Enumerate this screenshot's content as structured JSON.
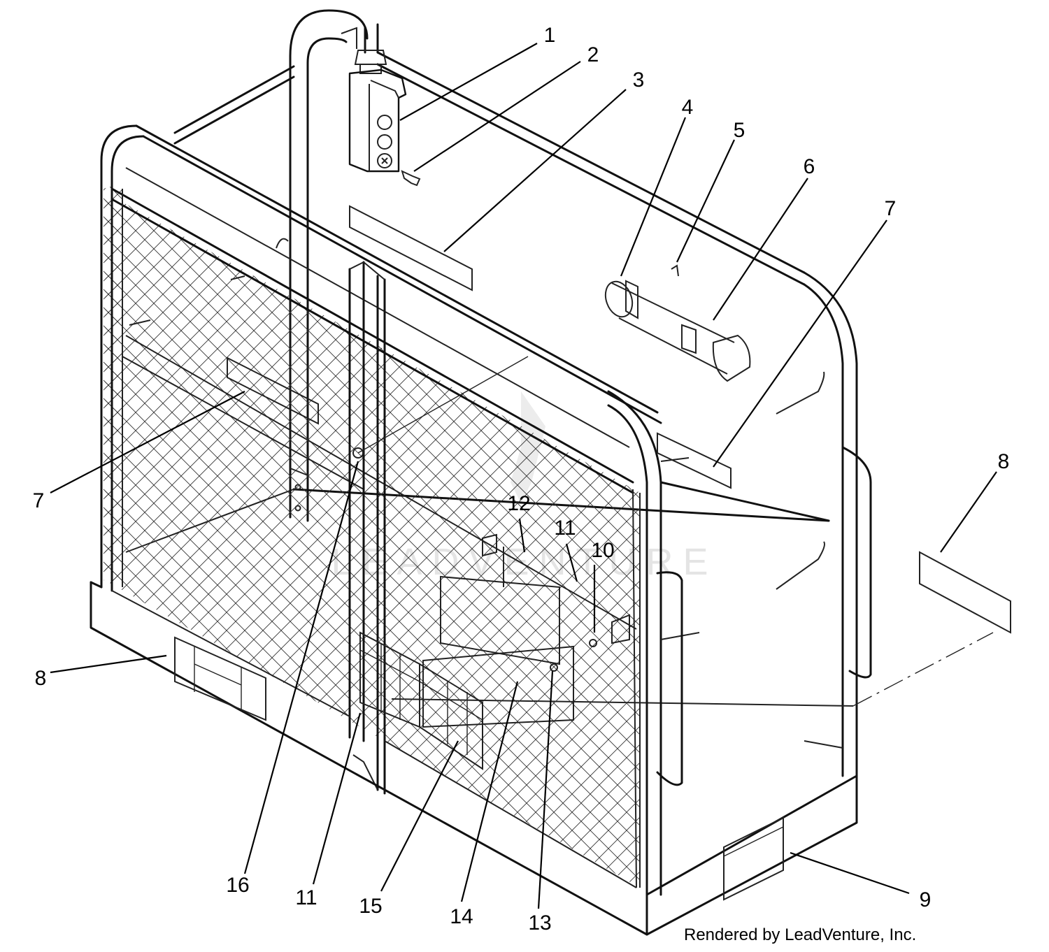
{
  "watermark": "LEADVENTURE",
  "credit": "Rendered by LeadVenture, Inc.",
  "callouts": [
    {
      "id": "c1",
      "text": "1"
    },
    {
      "id": "c2",
      "text": "2"
    },
    {
      "id": "c3",
      "text": "3"
    },
    {
      "id": "c4",
      "text": "4"
    },
    {
      "id": "c5",
      "text": "5"
    },
    {
      "id": "c6",
      "text": "6"
    },
    {
      "id": "c7a",
      "text": "7"
    },
    {
      "id": "c7b",
      "text": "7"
    },
    {
      "id": "c8a",
      "text": "8"
    },
    {
      "id": "c8b",
      "text": "8"
    },
    {
      "id": "c9",
      "text": "9"
    },
    {
      "id": "c10",
      "text": "10"
    },
    {
      "id": "c11a",
      "text": "11"
    },
    {
      "id": "c11b",
      "text": "11"
    },
    {
      "id": "c12",
      "text": "12"
    },
    {
      "id": "c13",
      "text": "13"
    },
    {
      "id": "c14",
      "text": "14"
    },
    {
      "id": "c15",
      "text": "15"
    },
    {
      "id": "c16",
      "text": "16"
    }
  ]
}
